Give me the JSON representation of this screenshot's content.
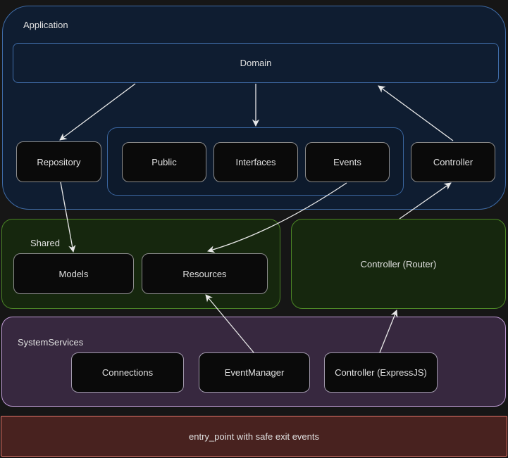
{
  "diagram": {
    "containers": {
      "application": {
        "label": "Application"
      },
      "shared": {
        "label": "Shared"
      },
      "system_services": {
        "label": "SystemServices"
      }
    },
    "nodes": {
      "domain": {
        "label": "Domain"
      },
      "repository": {
        "label": "Repository"
      },
      "public": {
        "label": "Public"
      },
      "interfaces": {
        "label": "Interfaces"
      },
      "events": {
        "label": "Events"
      },
      "controller": {
        "label": "Controller"
      },
      "models": {
        "label": "Models"
      },
      "resources": {
        "label": "Resources"
      },
      "controller_router": {
        "label": "Controller (Router)"
      },
      "connections": {
        "label": "Connections"
      },
      "event_manager": {
        "label": "EventManager"
      },
      "controller_expressjs": {
        "label": "Controller (ExpressJS)"
      },
      "entry_point": {
        "label": "entry_point with safe exit events"
      }
    },
    "edges": [
      {
        "id": "domain-repository",
        "from": "Domain",
        "to": "Repository"
      },
      {
        "id": "domain-cluster",
        "from": "Domain",
        "to": "Public / Interfaces / Events group"
      },
      {
        "id": "controller-domain",
        "from": "Controller",
        "to": "Domain"
      },
      {
        "id": "repository-models",
        "from": "Repository",
        "to": "Models"
      },
      {
        "id": "events-resources",
        "from": "Events",
        "to": "Resources"
      },
      {
        "id": "eventmanager-resources",
        "from": "EventManager",
        "to": "Resources"
      },
      {
        "id": "router-controller",
        "from": "Controller (Router)",
        "to": "Controller"
      },
      {
        "id": "expressjs-router",
        "from": "Controller (ExpressJS)",
        "to": "Controller (Router)"
      }
    ],
    "colors": {
      "page_bg": "#161616",
      "application_fill": "#0f1d31",
      "application_border": "#3f6ca8",
      "inner_cluster_fill": "#0d1a2c",
      "node_fill": "#0a0a0a",
      "node_border": "#8c8c8c",
      "green_fill": "#16270e",
      "green_border": "#4a8226",
      "purple_fill": "#37283f",
      "purple_border": "#bd9ad3",
      "red_fill": "#48221f",
      "red_border": "#e4776b",
      "edge_color": "#e8e8e8",
      "text": "#e0e0e0"
    }
  }
}
